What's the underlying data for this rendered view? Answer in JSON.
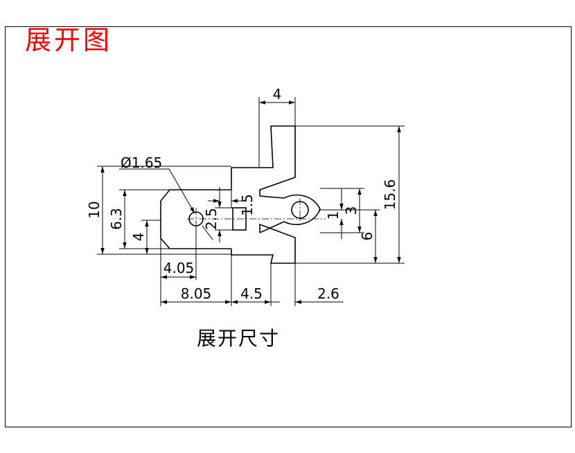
{
  "heading": "展开图",
  "caption": "展开尺寸",
  "colors": {
    "heading": "#ff0000",
    "lines": "#000000"
  },
  "dimensions": {
    "hole_diameter": "Ø1.65",
    "top_width": "4",
    "slot_width": "1.5",
    "slot_height": "2.5",
    "total_height": "15.6",
    "outer_height": "10",
    "tab_height": "6.3",
    "tab_inner": "4",
    "ring_height": "3",
    "ring_inner": "1",
    "lower_height": "6",
    "hole_offset": "4.05",
    "left_length": "8.05",
    "mid_length": "4.5",
    "right_length": "2.6"
  }
}
